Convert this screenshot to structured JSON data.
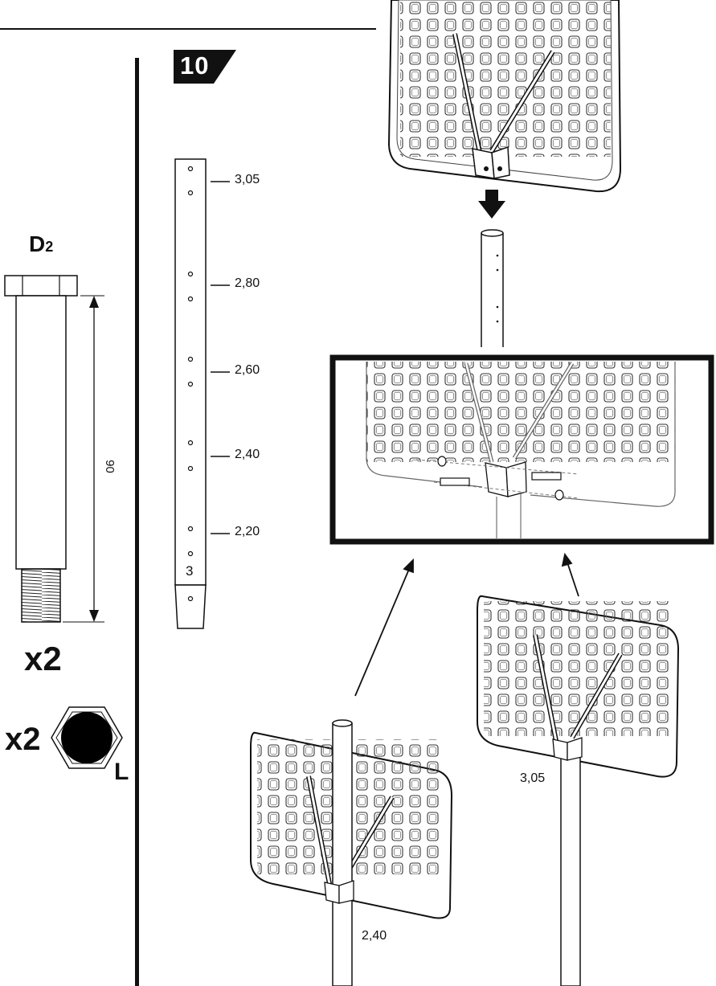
{
  "step": {
    "number": "10"
  },
  "part": {
    "name_main": "D",
    "name_sub": "2",
    "dimension": "90",
    "qty_bolt": "x2",
    "qty_nut": "x2",
    "nut_label": "L"
  },
  "pole": {
    "section_number": "3",
    "heights": [
      "3,05",
      "2,80",
      "2,60",
      "2,40",
      "2,20"
    ]
  },
  "views": {
    "left_height": "2,40",
    "right_height": "3,05"
  }
}
